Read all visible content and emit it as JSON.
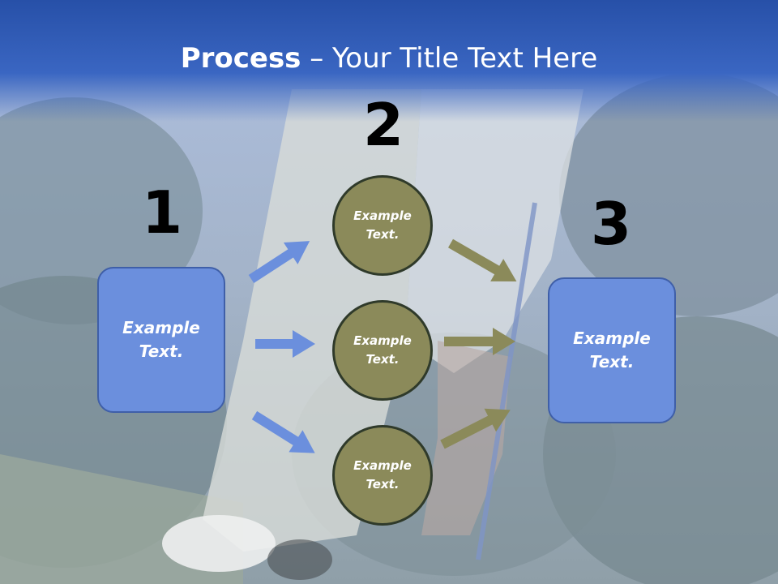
{
  "title": {
    "bold": "Process",
    "rest": " – Your Title Text Here"
  },
  "steps": [
    {
      "number": "1",
      "text_line1": "Example",
      "text_line2": "Text."
    },
    {
      "number": "2"
    },
    {
      "number": "3",
      "text_line1": "Example",
      "text_line2": "Text."
    }
  ],
  "circles": [
    {
      "text_line1": "Example",
      "text_line2": "Text."
    },
    {
      "text_line1": "Example",
      "text_line2": "Text."
    },
    {
      "text_line1": "Example",
      "text_line2": "Text."
    }
  ],
  "colors": {
    "title_bar": "#2750a8",
    "box_fill": "#6b8fdd",
    "circle_fill": "#8b8a5a",
    "blue_arrow": "#6b8fdd",
    "olive_arrow": "#8b8a5a"
  }
}
